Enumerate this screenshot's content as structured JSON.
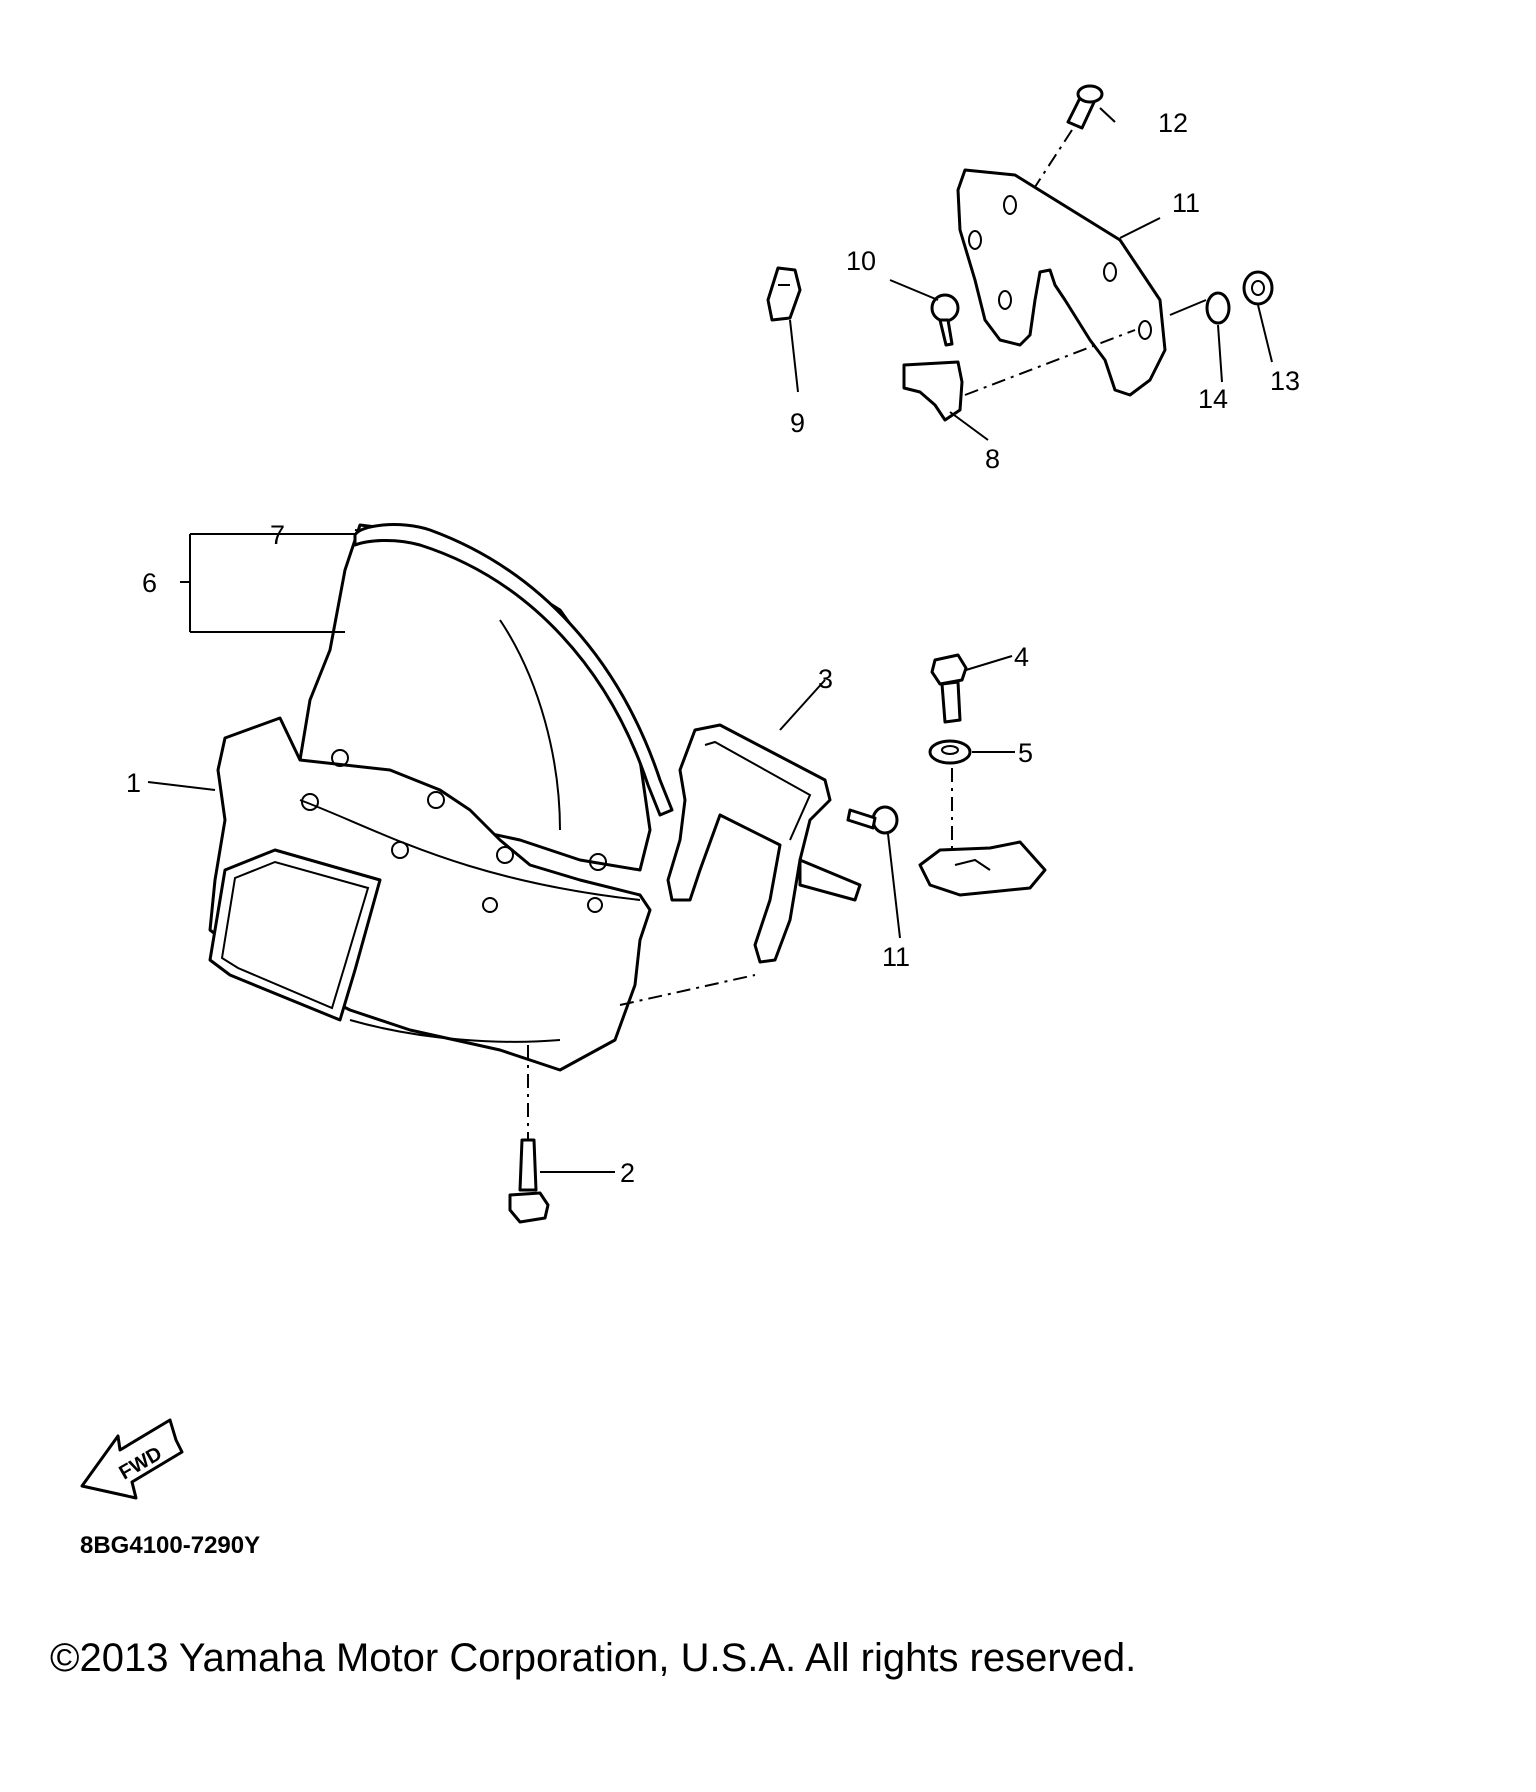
{
  "diagram": {
    "callouts": [
      {
        "label": "1"
      },
      {
        "label": "2"
      },
      {
        "label": "3"
      },
      {
        "label": "4"
      },
      {
        "label": "5"
      },
      {
        "label": "6"
      },
      {
        "label": "7"
      },
      {
        "label": "8"
      },
      {
        "label": "9"
      },
      {
        "label": "10"
      },
      {
        "label": "11"
      },
      {
        "label": "11"
      },
      {
        "label": "12"
      },
      {
        "label": "13"
      },
      {
        "label": "14"
      }
    ],
    "fwd_label": "FWD",
    "drawing_code": "8BG4100-7290Y",
    "copyright": "©2013 Yamaha Motor Corporation, U.S.A. All rights reserved."
  }
}
